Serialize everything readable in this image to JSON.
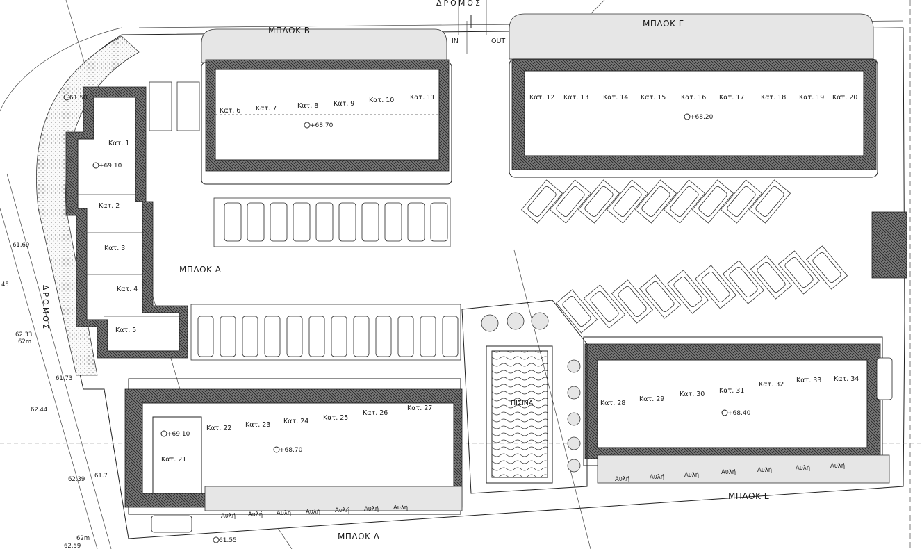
{
  "roads": {
    "top": "ΔΡΟΜΟΣ",
    "left": "ΔΡΟΜΟΣ"
  },
  "gate": {
    "in": "IN",
    "out": "OUT"
  },
  "blocks": {
    "a": "ΜΠΛΟΚ Α",
    "b": "ΜΠΛΟΚ Β",
    "g": "ΜΠΛΟΚ Γ",
    "d": "ΜΠΛΟΚ Δ",
    "e": "ΜΠΛΟΚ Ε"
  },
  "pool_label": "ΠΙΣΙΝΑ",
  "units": {
    "a": [
      "Κατ. 1",
      "Κατ. 2",
      "Κατ. 3",
      "Κατ. 4",
      "Κατ. 5"
    ],
    "b": [
      "Κατ. 6",
      "Κατ. 7",
      "Κατ. 8",
      "Κατ. 9",
      "Κατ. 10",
      "Κατ. 11"
    ],
    "g": [
      "Κατ. 12",
      "Κατ. 13",
      "Κατ. 14",
      "Κατ. 15",
      "Κατ. 16",
      "Κατ. 17",
      "Κατ. 18",
      "Κατ. 19",
      "Κατ. 20"
    ],
    "d": [
      "Κατ. 21",
      "Κατ. 22",
      "Κατ. 23",
      "Κατ. 24",
      "Κατ. 25",
      "Κατ. 26",
      "Κατ. 27"
    ],
    "e": [
      "Κατ. 28",
      "Κατ. 29",
      "Κατ. 30",
      "Κατ. 31",
      "Κατ. 32",
      "Κατ. 33",
      "Κατ. 34"
    ]
  },
  "elevations": {
    "a": "+69.10",
    "b": "+68.70",
    "g": "+68.20",
    "d_corner": "+69.10",
    "d": "+68.70",
    "e": "+68.40",
    "nw_corner": "61.50",
    "bottom": "61.55"
  },
  "side_levels": [
    "61.69",
    "45",
    "62.33",
    "62m",
    "61.73",
    "62.44",
    "62.39",
    "61.7",
    "62m",
    "62.59"
  ],
  "yard_label": "Αυλή"
}
